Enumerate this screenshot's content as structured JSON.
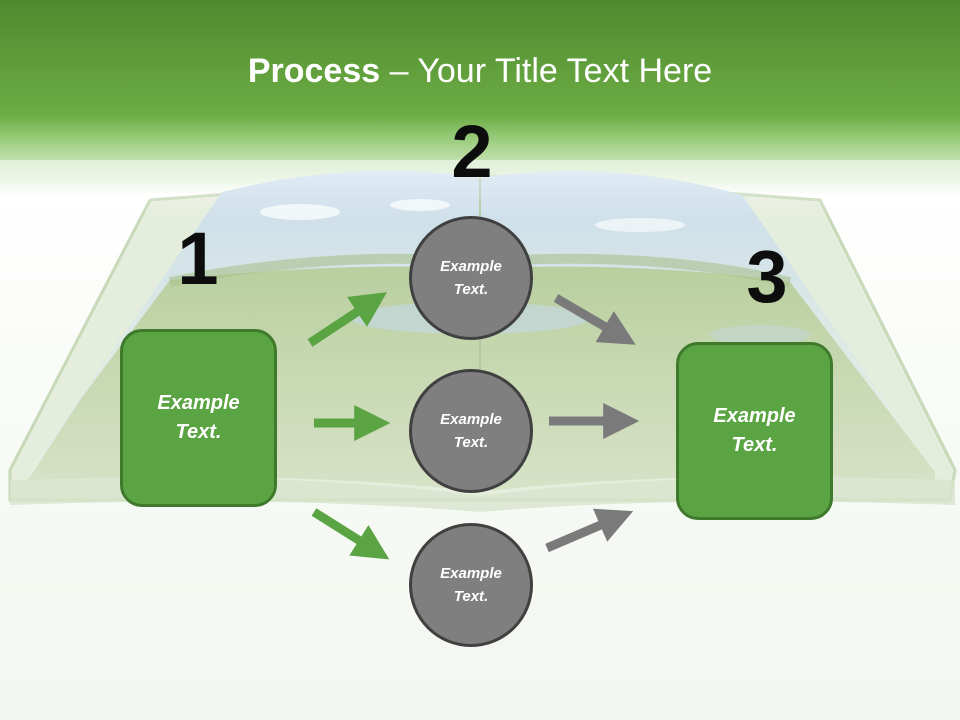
{
  "slide": {
    "title_bold": "Process",
    "title_rest": " – Your Title Text Here"
  },
  "steps": [
    {
      "number": "1",
      "label": "Example Text."
    },
    {
      "number": "2",
      "label": "Example Text."
    },
    {
      "number": "3",
      "label": "Example Text."
    }
  ],
  "middle_nodes": [
    {
      "label": "Example Text."
    },
    {
      "label": "Example Text."
    },
    {
      "label": "Example Text."
    }
  ],
  "colors": {
    "header_green": "#5e9e3b",
    "box_fill": "#5ba444",
    "box_border": "#3f7a2c",
    "circle_fill": "#7f7f7f",
    "circle_border": "#404040",
    "arrow_green": "#5ba444",
    "arrow_gray": "#7a7a7a"
  }
}
